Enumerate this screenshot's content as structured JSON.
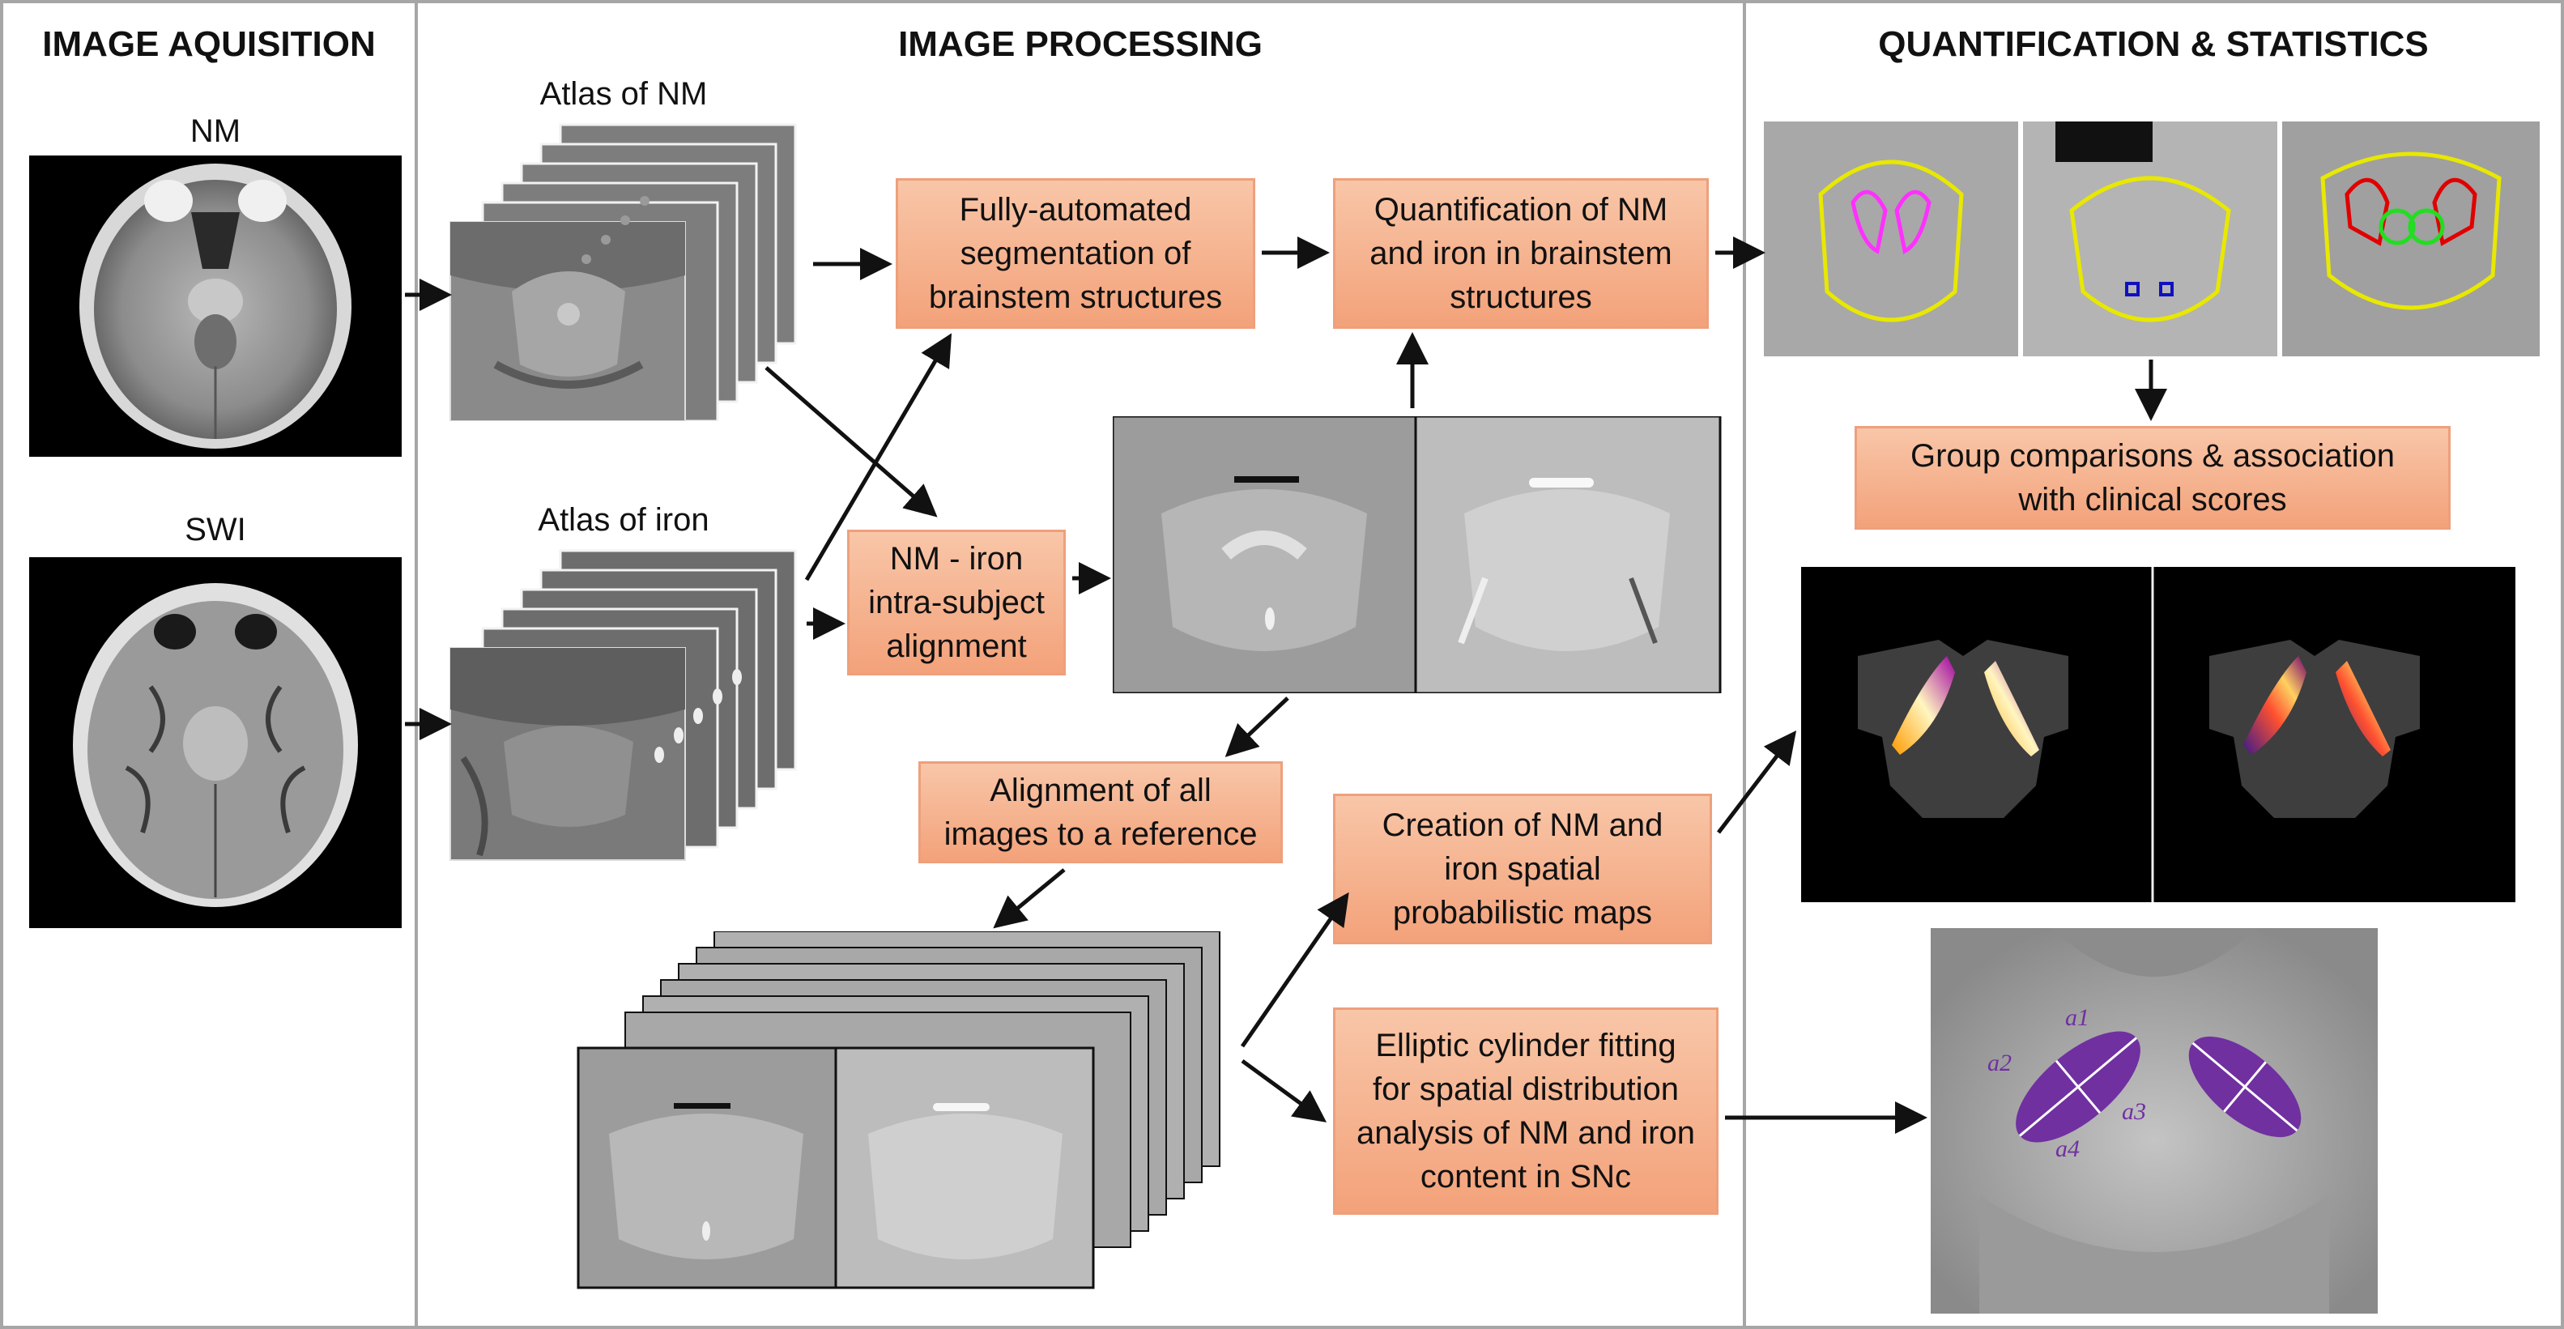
{
  "sections": {
    "acquisition": "IMAGE AQUISITION",
    "processing": "IMAGE PROCESSING",
    "quantification": "QUANTIFICATION & STATISTICS"
  },
  "acquisition": {
    "nm_label": "NM",
    "swi_label": "SWI"
  },
  "processing": {
    "atlas_nm_label": "Atlas of NM",
    "atlas_iron_label": "Atlas of iron",
    "steps": {
      "segmentation": "Fully-automated\nsegmentation of\nbrainstem structures",
      "quantification": "Quantification of NM\nand iron in brainstem\nstructures",
      "alignment_intra": "NM - iron\nintra-subject\nalignment",
      "alignment_all": "Alignment of all\nimages to a reference",
      "probabilistic_maps": "Creation of NM and\niron spatial\nprobabilistic maps",
      "cylinder_fitting": "Elliptic cylinder fitting\nfor spatial distribution\nanalysis of NM and iron\ncontent in SNc"
    }
  },
  "quantification": {
    "group_comparisons": "Group comparisons & association\nwith clinical scores",
    "axis_labels": [
      "a1",
      "a2",
      "a3",
      "a4"
    ]
  },
  "colors": {
    "step_fill_top": "#f8c6a8",
    "step_fill_bottom": "#f3a27a",
    "panel_border": "#a6a6a6",
    "contour_yellow": "#e8e800",
    "contour_magenta": "#ff30ff",
    "contour_red": "#e00000",
    "contour_green": "#22dd22",
    "ellipse_purple": "#7030a0"
  }
}
